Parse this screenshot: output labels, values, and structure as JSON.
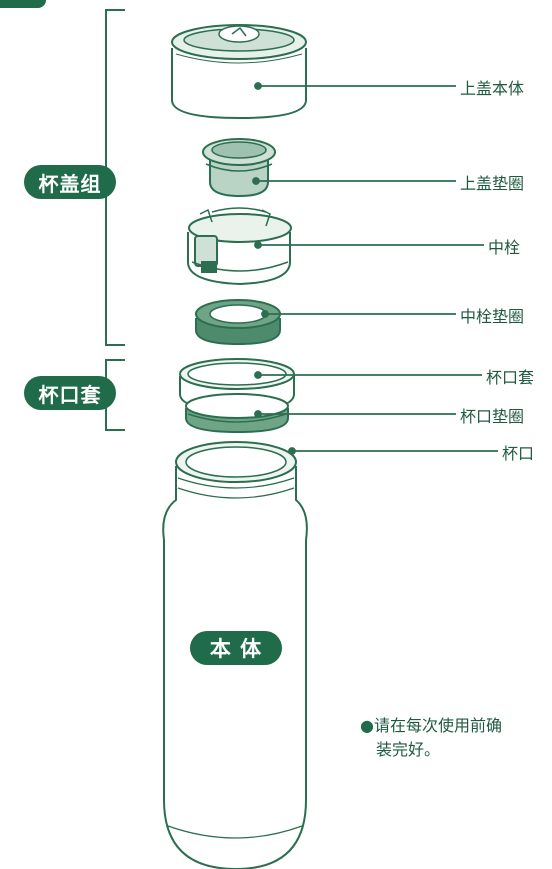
{
  "groups": {
    "lid_group": "杯盖组",
    "mouth_group": "杯口套",
    "body": "本 体"
  },
  "parts": {
    "top_lid": "上盖本体",
    "top_lid_gasket": "上盖垫圈",
    "middle_plug": "中栓",
    "middle_plug_gasket": "中栓垫圈",
    "mouth_cover": "杯口套",
    "mouth_gasket": "杯口垫圈",
    "mouth": "杯口"
  },
  "note": {
    "bullet": "●",
    "line1": "请在每次使用前确",
    "line2": "装完好。"
  },
  "colors": {
    "accent": "#1f6b4a",
    "line": "#2c6e50",
    "light": "#cfe0d6"
  }
}
